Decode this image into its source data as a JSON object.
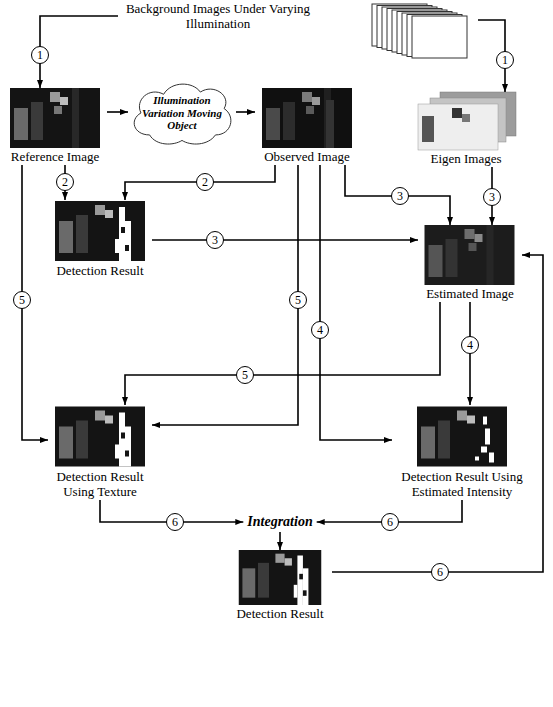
{
  "diagram": {
    "nodes": [
      {
        "text": [
          "Background Images Under Varying Illumination"
        ]
      },
      {
        "text": [
          "Reference Image"
        ]
      },
      {
        "text": [
          "Illumination Variation Moving Object"
        ]
      },
      {
        "text": [
          "Observed Image"
        ]
      },
      {
        "text": [
          "Eigen Images"
        ]
      },
      {
        "text": [
          "Detection Result"
        ]
      },
      {
        "text": [
          "Estimated Image"
        ]
      },
      {
        "text": [
          "Detection Result Using Texture"
        ]
      },
      {
        "text": [
          "Detection Result Using Estimated Intensity"
        ]
      },
      {
        "text": [
          "Integration"
        ]
      },
      {
        "text": [
          "Detection Result"
        ]
      }
    ],
    "edges": [
      {
        "from": 0,
        "to": 1,
        "arrow": "to",
        "label": "1"
      },
      {
        "from": 0,
        "to": 4,
        "arrow": "to",
        "label": "1"
      },
      {
        "from": 1,
        "to": 2,
        "arrow": "to"
      },
      {
        "from": 2,
        "to": 3,
        "arrow": "to"
      },
      {
        "from": 1,
        "to": 5,
        "arrow": "to",
        "label": "2"
      },
      {
        "from": 3,
        "to": 5,
        "arrow": "to",
        "label": "2"
      },
      {
        "from": 5,
        "to": 6,
        "arrow": "to",
        "label": "3"
      },
      {
        "from": 3,
        "to": 6,
        "arrow": "to",
        "label": "3"
      },
      {
        "from": 4,
        "to": 6,
        "arrow": "to",
        "label": "3"
      },
      {
        "from": 6,
        "to": 8,
        "arrow": "to",
        "label": "4"
      },
      {
        "from": 3,
        "to": 8,
        "arrow": "to",
        "label": "4"
      },
      {
        "from": 1,
        "to": 7,
        "arrow": "to",
        "label": "5"
      },
      {
        "from": 3,
        "to": 7,
        "arrow": "to",
        "label": "5"
      },
      {
        "from": 6,
        "to": 7,
        "arrow": "to",
        "label": "5"
      },
      {
        "from": 7,
        "to": 9,
        "arrow": "to",
        "label": "6"
      },
      {
        "from": 8,
        "to": 9,
        "arrow": "to",
        "label": "6"
      },
      {
        "from": 9,
        "to": 10,
        "arrow": "to"
      },
      {
        "from": 10,
        "to": 6,
        "arrow": "to",
        "label": "6"
      }
    ]
  }
}
